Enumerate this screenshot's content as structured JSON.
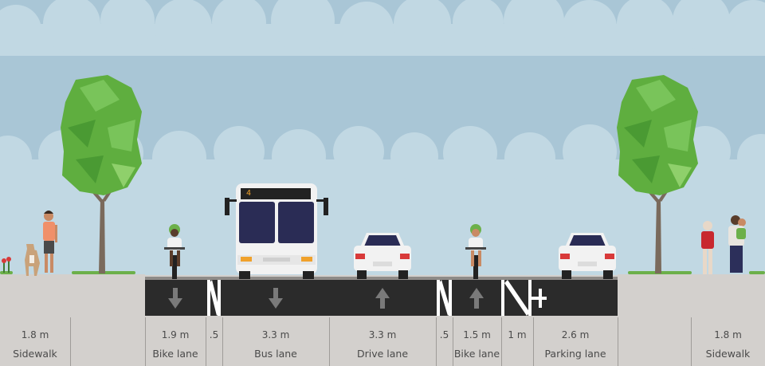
{
  "colors": {
    "sky": "#a9c6d6",
    "clouds": "#c1d8e3",
    "sidewalk": "#d3d0cd",
    "asphalt": "#2b2b2b",
    "marking": "#ffffff",
    "arrow": "#7a7a7a",
    "foliage": "#5fae3f",
    "trunk": "#7a6a5c",
    "bus": "#f2f2f2",
    "bus_sign_text": "#f0a12b"
  },
  "bus_route": "4",
  "segments": [
    {
      "width": "1.8 m",
      "name": "Sidewalk"
    },
    {
      "width": "",
      "name": ""
    },
    {
      "width": "1.9 m",
      "name": "Bike lane"
    },
    {
      "width": ".5",
      "name": ""
    },
    {
      "width": "3.3 m",
      "name": "Bus lane"
    },
    {
      "width": "3.3 m",
      "name": "Drive lane"
    },
    {
      "width": ".5",
      "name": ""
    },
    {
      "width": "1.5 m",
      "name": "Bike lane"
    },
    {
      "width": "1 m",
      "name": ""
    },
    {
      "width": "2.6 m",
      "name": "Parking lane"
    },
    {
      "width": "",
      "name": ""
    },
    {
      "width": "1.8 m",
      "name": "Sidewalk"
    }
  ],
  "directions": {
    "bike_lane": "down-arrow-icon",
    "bus_lane": "down-arrow-icon",
    "drive_lane": "up-arrow-icon",
    "bike_lane_2": "up-arrow-icon"
  }
}
